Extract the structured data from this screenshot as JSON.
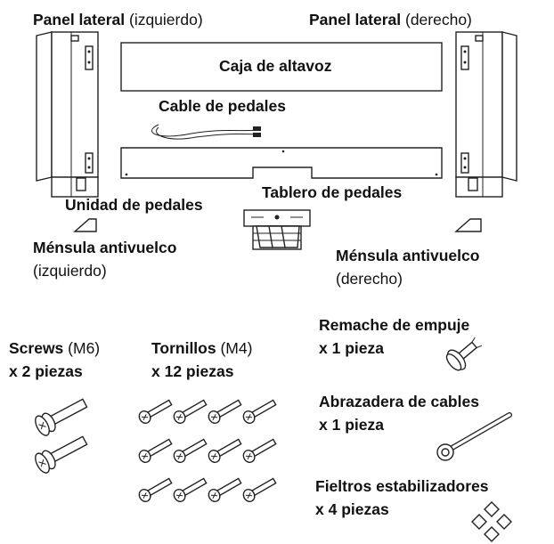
{
  "labels": {
    "panel_left_bold": "Panel lateral",
    "panel_left_rest": " (izquierdo)",
    "panel_right_bold": "Panel lateral",
    "panel_right_rest": " (derecho)",
    "speaker_box": "Caja de altavoz",
    "pedal_cable": "Cable de pedales",
    "pedal_board": "Tablero de pedales",
    "pedal_unit": "Unidad de pedales",
    "bracket_left_bold": "Ménsula antivuelco",
    "bracket_left_rest": "(izquierdo)",
    "bracket_right_bold": "Ménsula antivuelco",
    "bracket_right_rest": "(derecho)",
    "screws_bold": "Screws",
    "screws_rest": " (M6)",
    "screws_qty": "x 2 piezas",
    "tornillos_bold": "Tornillos",
    "tornillos_rest": " (M4)",
    "tornillos_qty": "x 12 piezas",
    "rivet": "Remache de empuje",
    "rivet_qty": "x 1 pieza",
    "clamp": "Abrazadera de cables",
    "clamp_qty": "x 1 pieza",
    "felts": "Fieltros estabilizadores",
    "felts_qty": "x 4 piezas"
  }
}
